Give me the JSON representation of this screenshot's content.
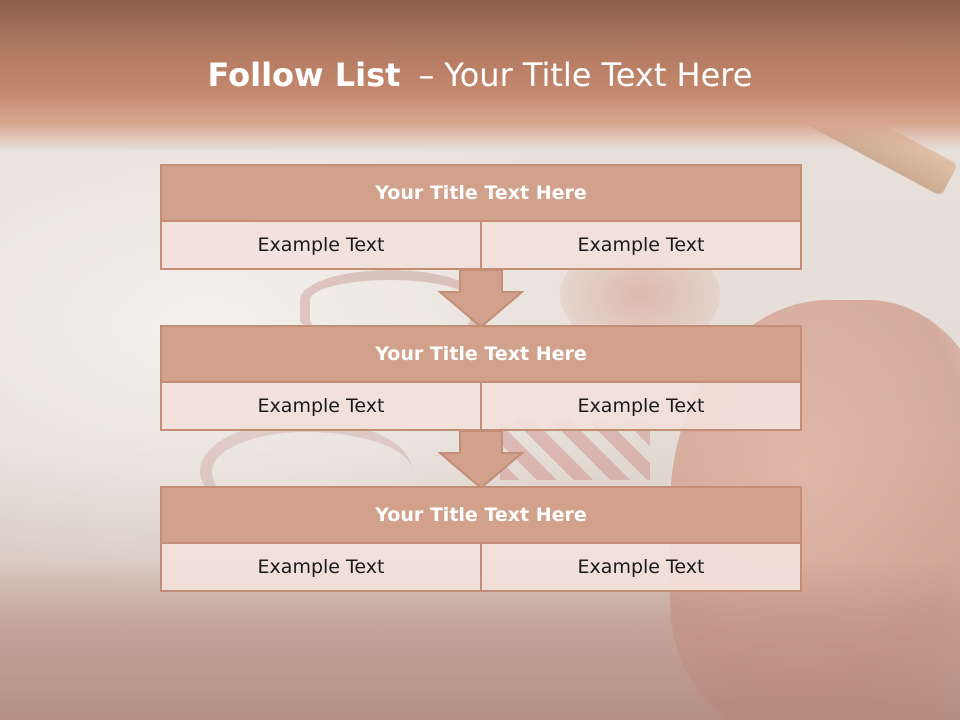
{
  "slide": {
    "title": {
      "bold": "Follow List",
      "separator": "–",
      "rest": "Your Title Text Here"
    },
    "blocks": [
      {
        "title": "Your Title Text Here",
        "cells": [
          "Example Text",
          "Example Text"
        ]
      },
      {
        "title": "Your Title Text Here",
        "cells": [
          "Example Text",
          "Example Text"
        ]
      },
      {
        "title": "Your Title Text Here",
        "cells": [
          "Example Text",
          "Example Text"
        ]
      }
    ],
    "colors": {
      "header": "#b37b62",
      "block_title_fill": "#d1a18b",
      "block_border": "#c48e76",
      "cell_fill": "#f2e0da",
      "arrow_fill": "#d1a18b"
    },
    "icons": [
      "down-arrow-icon",
      "down-arrow-icon"
    ]
  }
}
